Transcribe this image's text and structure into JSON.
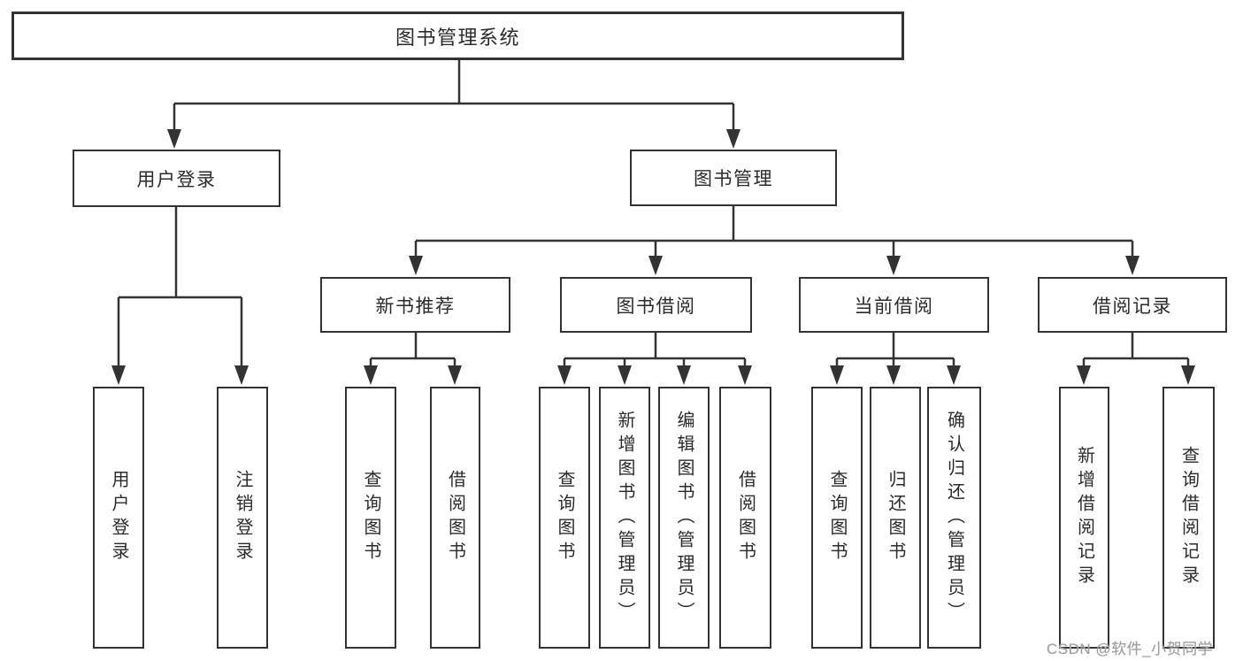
{
  "root": {
    "label": "图书管理系统"
  },
  "level2": {
    "user_login": {
      "label": "用户登录"
    },
    "book_management": {
      "label": "图书管理"
    }
  },
  "level3": {
    "new_book_recommend": {
      "label": "新书推荐"
    },
    "book_borrow": {
      "label": "图书借阅"
    },
    "current_borrow": {
      "label": "当前借阅"
    },
    "borrow_records": {
      "label": "借阅记录"
    }
  },
  "leaves": {
    "user_login": {
      "label": "用户登录"
    },
    "logout": {
      "label": "注销登录"
    },
    "nbr_query_book": {
      "label": "查询图书"
    },
    "nbr_borrow_book": {
      "label": "借阅图书"
    },
    "bb_query_book": {
      "label": "查询图书"
    },
    "bb_add_book": {
      "label": "新增图书（管理员）"
    },
    "bb_edit_book": {
      "label": "编辑图书（管理员）"
    },
    "bb_borrow_book": {
      "label": "借阅图书"
    },
    "cb_query_book": {
      "label": "查询图书"
    },
    "cb_return_book": {
      "label": "归还图书"
    },
    "cb_confirm_return": {
      "label": "确认归还（管理员）"
    },
    "br_add_record": {
      "label": "新增借阅记录"
    },
    "br_query_record": {
      "label": "查询借阅记录"
    }
  },
  "watermark": {
    "text": "CSDN @软件_小贺同学"
  },
  "colors": {
    "line": "#333333",
    "box_border": "#333333",
    "text": "#2b2b2b",
    "watermark": "#9e9e9e",
    "background": "#ffffff"
  }
}
